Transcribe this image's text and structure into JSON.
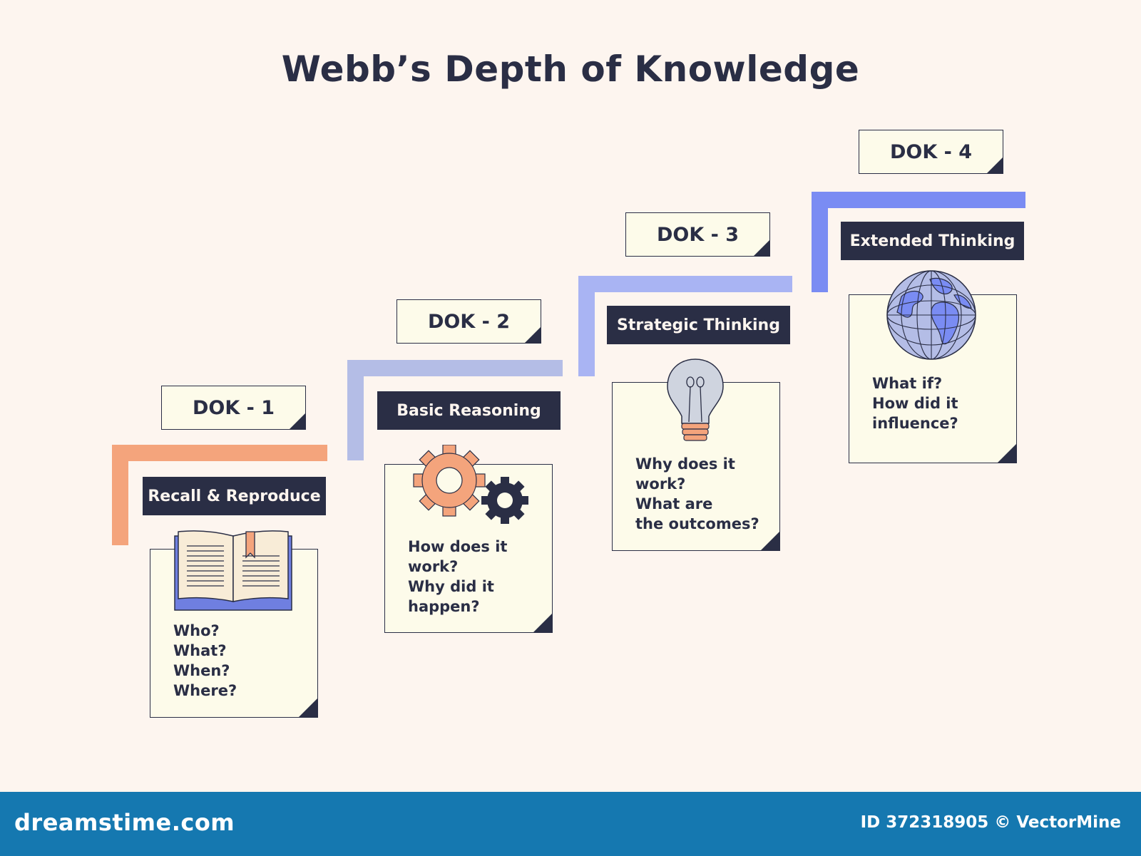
{
  "title": "Webb’s Depth of Knowledge",
  "colors": {
    "ink": "#2a2e45",
    "background": "#fdf5ef",
    "note": "#fdfbea",
    "dok1": "#f4a47c",
    "dok2": "#b4bde6",
    "dok3": "#a9b4f3",
    "dok4": "#7a8cf3",
    "footer": "#1578b0"
  },
  "levels": [
    {
      "tag": "DOK - 1",
      "label": "Recall & Reproduce",
      "icon": "open-book-icon",
      "questions": "Who?\nWhat?\nWhen?\nWhere?"
    },
    {
      "tag": "DOK - 2",
      "label": "Basic Reasoning",
      "icon": "gears-icon",
      "questions": "How does it\nwork?\nWhy did it\nhappen?"
    },
    {
      "tag": "DOK - 3",
      "label": "Strategic Thinking",
      "icon": "lightbulb-icon",
      "questions": "Why does it\nwork?\nWhat are\nthe outcomes?"
    },
    {
      "tag": "DOK - 4",
      "label": "Extended Thinking",
      "icon": "globe-icon",
      "questions": "What if?\nHow did it\ninfluence?"
    }
  ],
  "footer": {
    "brand": "dreamstime.com",
    "id_text": "ID 372318905 © VectorMine"
  }
}
